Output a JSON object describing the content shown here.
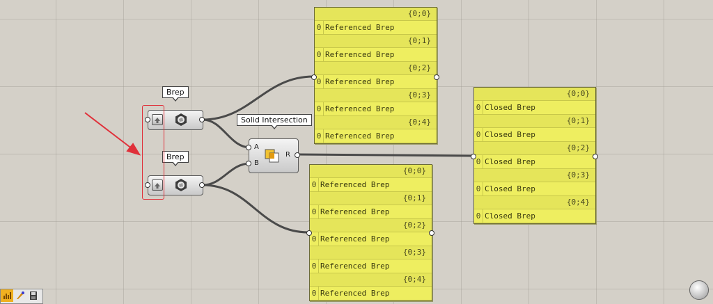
{
  "components": {
    "brep1": {
      "label": "Brep"
    },
    "brep2": {
      "label": "Brep"
    },
    "solid_intersection": {
      "label": "Solid Intersection",
      "input_a": "A",
      "input_b": "B",
      "output_r": "R"
    }
  },
  "panel_a": {
    "rows": [
      {
        "path": "{0;0}",
        "index": "0",
        "value": "Referenced Brep"
      },
      {
        "path": "{0;1}",
        "index": "0",
        "value": "Referenced Brep"
      },
      {
        "path": "{0;2}",
        "index": "0",
        "value": "Referenced Brep"
      },
      {
        "path": "{0;3}",
        "index": "0",
        "value": "Referenced Brep"
      },
      {
        "path": "{0;4}",
        "index": "0",
        "value": "Referenced Brep"
      }
    ]
  },
  "panel_b": {
    "rows": [
      {
        "path": "{0;0}",
        "index": "0",
        "value": "Referenced Brep"
      },
      {
        "path": "{0;1}",
        "index": "0",
        "value": "Referenced Brep"
      },
      {
        "path": "{0;2}",
        "index": "0",
        "value": "Referenced Brep"
      },
      {
        "path": "{0;3}",
        "index": "0",
        "value": "Referenced Brep"
      },
      {
        "path": "{0;4}",
        "index": "0",
        "value": "Referenced Brep"
      }
    ]
  },
  "panel_result": {
    "rows": [
      {
        "path": "{0;0}",
        "index": "0",
        "value": "Closed Brep"
      },
      {
        "path": "{0;1}",
        "index": "0",
        "value": "Closed Brep"
      },
      {
        "path": "{0;2}",
        "index": "0",
        "value": "Closed Brep"
      },
      {
        "path": "{0;3}",
        "index": "0",
        "value": "Closed Brep"
      },
      {
        "path": "{0;4}",
        "index": "0",
        "value": "Closed Brep"
      }
    ]
  },
  "colors": {
    "panel": "#eeee60",
    "highlight": "#e0303a",
    "arrow": "#e0303a",
    "wire": "#4a4a4a"
  },
  "icons": [
    "brep-set-icon",
    "brep-hex-icon",
    "solid-intersection-icon",
    "toolbar-icons",
    "navigation-ball-icon"
  ]
}
